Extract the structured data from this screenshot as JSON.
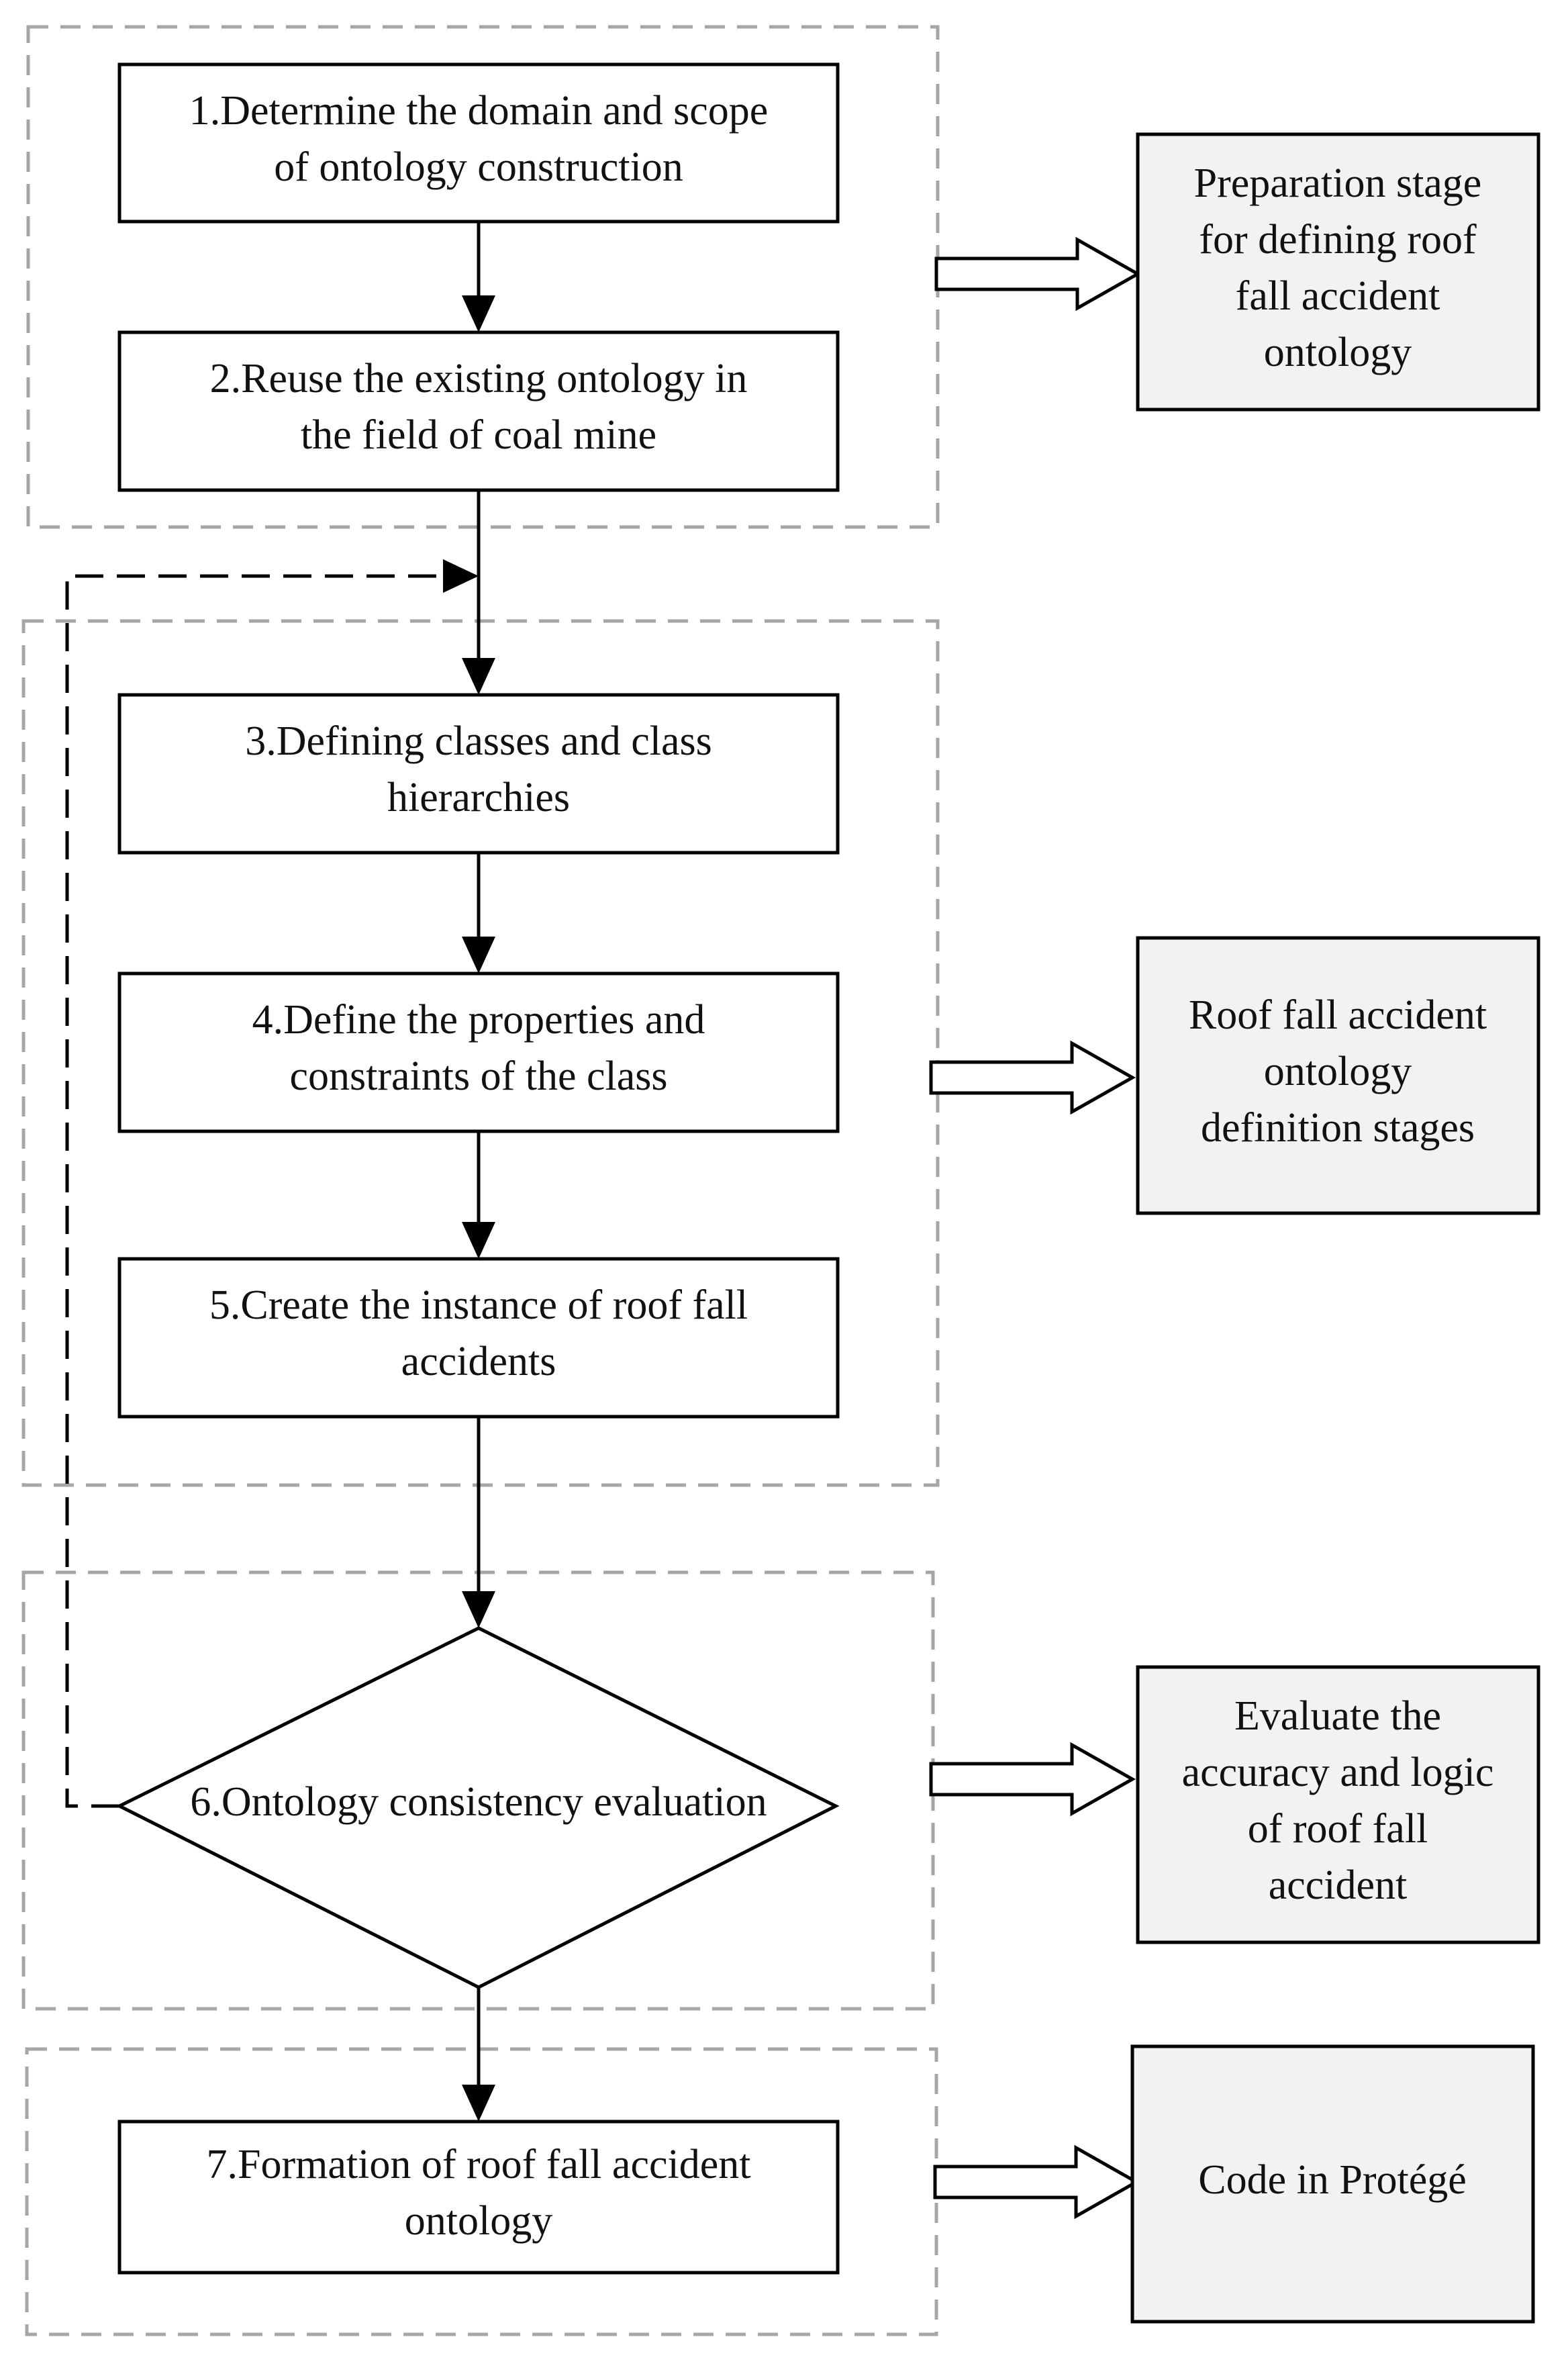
{
  "steps": [
    {
      "id": "step1",
      "lines": [
        "1.Determine the domain and scope",
        "of ontology construction"
      ]
    },
    {
      "id": "step2",
      "lines": [
        "2.Reuse the existing ontology in",
        "the field of coal mine"
      ]
    },
    {
      "id": "step3",
      "lines": [
        "3.Defining classes and class",
        "hierarchies"
      ]
    },
    {
      "id": "step4",
      "lines": [
        "4.Define the properties and",
        "constraints of the class"
      ]
    },
    {
      "id": "step5",
      "lines": [
        "5.Create the instance of roof fall",
        "accidents"
      ]
    },
    {
      "id": "step6",
      "lines": [
        "6.Ontology consistency evaluation"
      ]
    },
    {
      "id": "step7",
      "lines": [
        "7.Formation of roof fall accident",
        "ontology"
      ]
    }
  ],
  "stages": [
    {
      "id": "stage1",
      "lines": [
        "Preparation stage",
        "for defining roof",
        "fall accident",
        "ontology"
      ]
    },
    {
      "id": "stage2",
      "lines": [
        "Roof fall accident",
        "ontology",
        "definition stages"
      ]
    },
    {
      "id": "stage3",
      "lines": [
        "Evaluate the",
        "accuracy and logic",
        "of roof fall",
        "accident"
      ]
    },
    {
      "id": "stage4",
      "lines": [
        "Code in Protégé"
      ]
    }
  ],
  "colors": {
    "line": "#000000",
    "dashed_group": "#a6a6a6",
    "stage_fill": "#f2f2f2",
    "text": "#111111"
  }
}
